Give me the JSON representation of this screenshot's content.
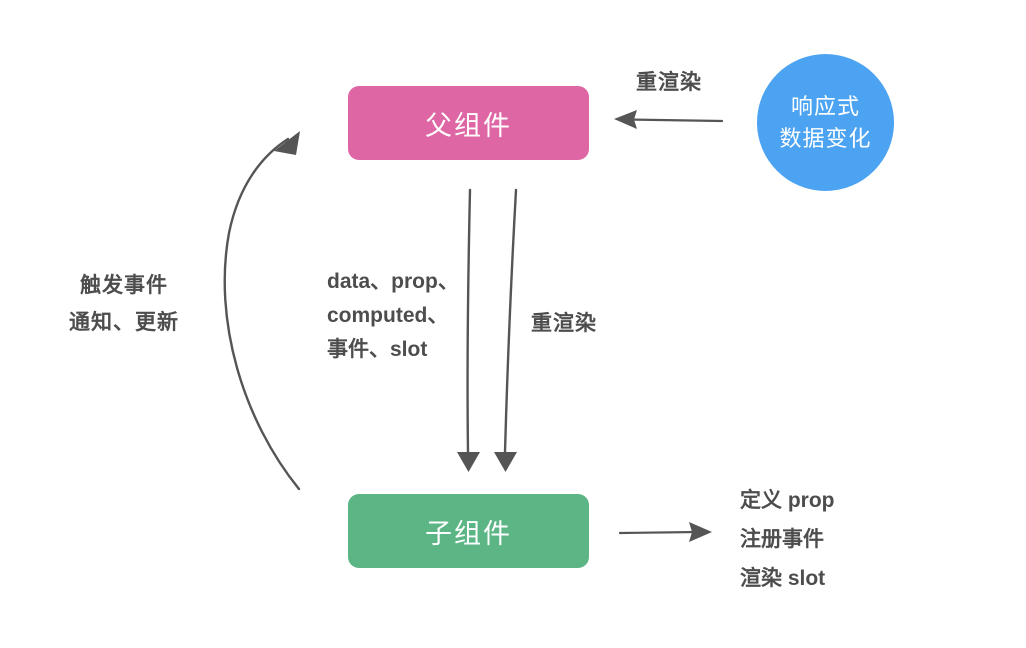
{
  "diagram": {
    "title": "Vue parent-child component communication diagram",
    "background": "#ffffff",
    "nodes": {
      "parent": {
        "label": "父组件",
        "color": "#de66a5",
        "shape": "rounded-rect"
      },
      "child": {
        "label": "子组件",
        "color": "#5bb584",
        "shape": "rounded-rect"
      },
      "reactive": {
        "line1": "响应式",
        "line2": "数据变化",
        "color": "#4ba3f2",
        "shape": "circle"
      }
    },
    "labels": {
      "rerender_top": "重渲染",
      "rerender_middle": "重渲染",
      "trigger_line1": "触发事件",
      "trigger_line2": "通知、更新",
      "passdown_line1": "data、prop、",
      "passdown_line2": "computed、",
      "passdown_line3": "事件、slot",
      "child_duty_line1": "定义 prop",
      "child_duty_line2": "注册事件",
      "child_duty_line3": "渲染 slot"
    },
    "arrows": {
      "reactive_to_parent": "重渲染",
      "parent_to_child_props": "data、prop、computed、事件、slot",
      "parent_to_child_rerender": "重渲染",
      "child_to_parent_events": "触发事件 通知、更新",
      "child_to_duties": ""
    },
    "text_color": "#4d4d4d",
    "stroke_color": "#555555"
  }
}
